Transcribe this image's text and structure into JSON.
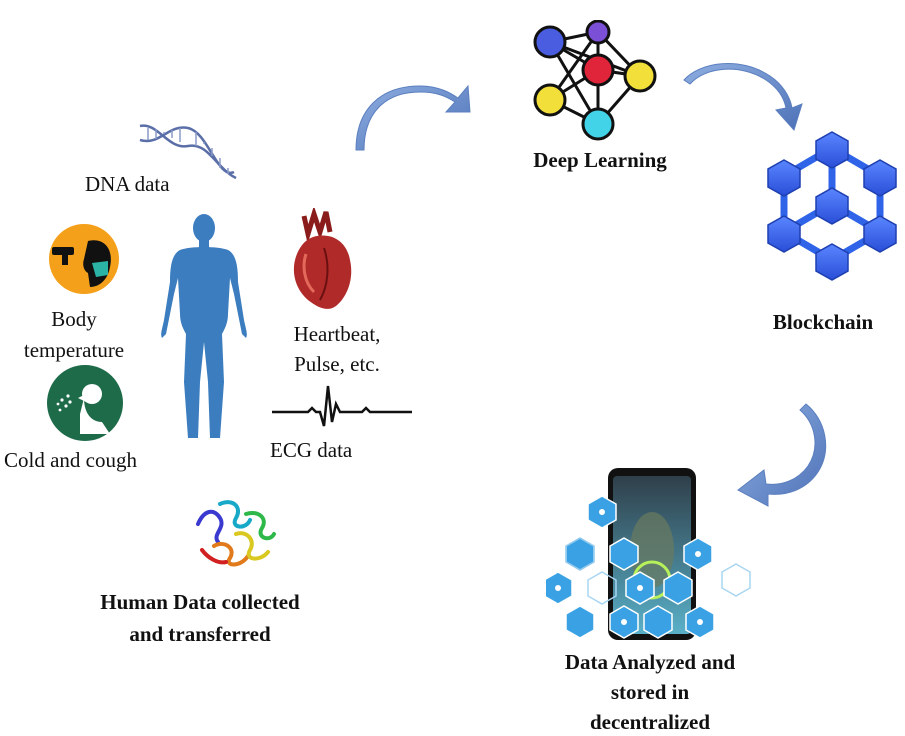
{
  "labels": {
    "dna": "DNA data",
    "body_temp_1": "Body",
    "body_temp_2": "temperature",
    "cold": "Cold and cough",
    "heartbeat_1": "Heartbeat,",
    "heartbeat_2": "Pulse, etc.",
    "ecg": "ECG data",
    "human_1": "Human Data collected",
    "human_2": "and transferred",
    "deep_learning": "Deep Learning",
    "blockchain": "Blockchain",
    "analyzed_1": "Data Analyzed and",
    "analyzed_2": "stored in",
    "analyzed_3": "decentralized"
  },
  "colors": {
    "arrow": "#6d8fc7",
    "body_silhouette": "#3b7dbf",
    "thermometer_bg": "#f5a01a",
    "cough_bg": "#1e6b4a",
    "heart": "#b02a2a",
    "blockchain": "#2f63e8",
    "node_blue": "#4a5de0",
    "node_purple": "#7b4fd6",
    "node_red": "#e0243a",
    "node_yellow": "#f2df3a",
    "node_cyan": "#43d3e8",
    "hex_blue": "#3aa2e4"
  },
  "icons": [
    "dna-icon",
    "thermometer-icon",
    "cough-icon",
    "human-body-icon",
    "heart-icon",
    "ecg-icon",
    "protein-icon",
    "neural-network-icon",
    "blockchain-icon",
    "smartphone-health-icon",
    "cycle-arrow-icon"
  ]
}
